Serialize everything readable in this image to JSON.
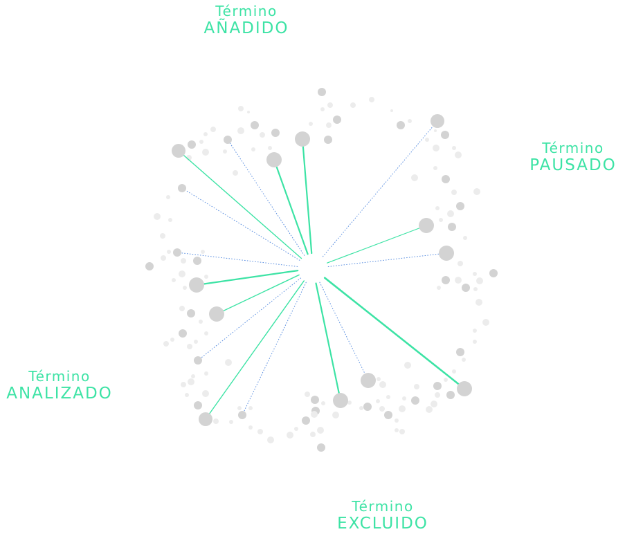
{
  "labels": {
    "added": {
      "line1": "Término",
      "line2": "AÑADIDO"
    },
    "paused": {
      "line1": "Término",
      "line2": "PAUSADO"
    },
    "analyzed": {
      "line1": "Término",
      "line2": "ANALIZADO"
    },
    "excluded": {
      "line1": "Término",
      "line2": "EXCLUIDO"
    }
  },
  "colors": {
    "accent": "#3de3a5",
    "dotted_link": "#5b8fe0",
    "node_dark": "#d3d3d3",
    "node_light": "#ececec"
  }
}
